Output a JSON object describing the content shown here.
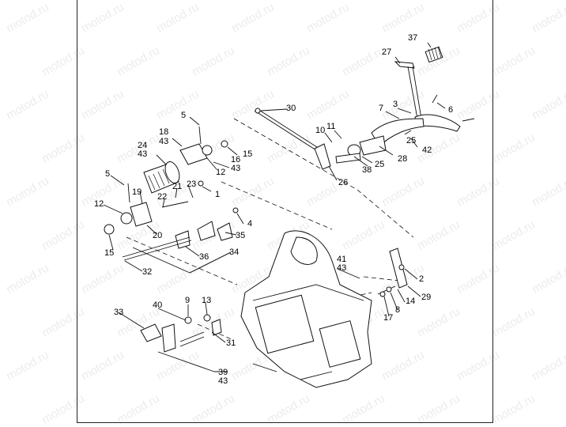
{
  "watermark": "motod.ru",
  "callouts": {
    "c37": "37",
    "c27": "27",
    "c30": "30",
    "c3": "3",
    "c7": "7",
    "c6": "6",
    "c5a": "5",
    "c18": "18",
    "c43a": "43",
    "c24": "24",
    "c43b": "43",
    "c15a": "15",
    "c16": "16",
    "c43c": "43",
    "c12a": "12",
    "c10": "10",
    "c11": "11",
    "c25a": "25",
    "c42": "42",
    "c28": "28",
    "c38": "38",
    "c25b": "25",
    "c26": "26",
    "c5b": "5",
    "c19": "19",
    "c21": "21",
    "c23": "23",
    "c1": "1",
    "c22": "22",
    "c12b": "12",
    "c4": "4",
    "c15b": "15",
    "c20": "20",
    "c35": "35",
    "c36": "36",
    "c34": "34",
    "c32": "32",
    "c41": "41",
    "c43d": "43",
    "c2": "2",
    "c14": "14",
    "c29": "29",
    "c17": "17",
    "c8": "8",
    "c40": "40",
    "c9": "9",
    "c13": "13",
    "c33": "33",
    "c31": "31",
    "c39": "39",
    "c43e": "43"
  }
}
